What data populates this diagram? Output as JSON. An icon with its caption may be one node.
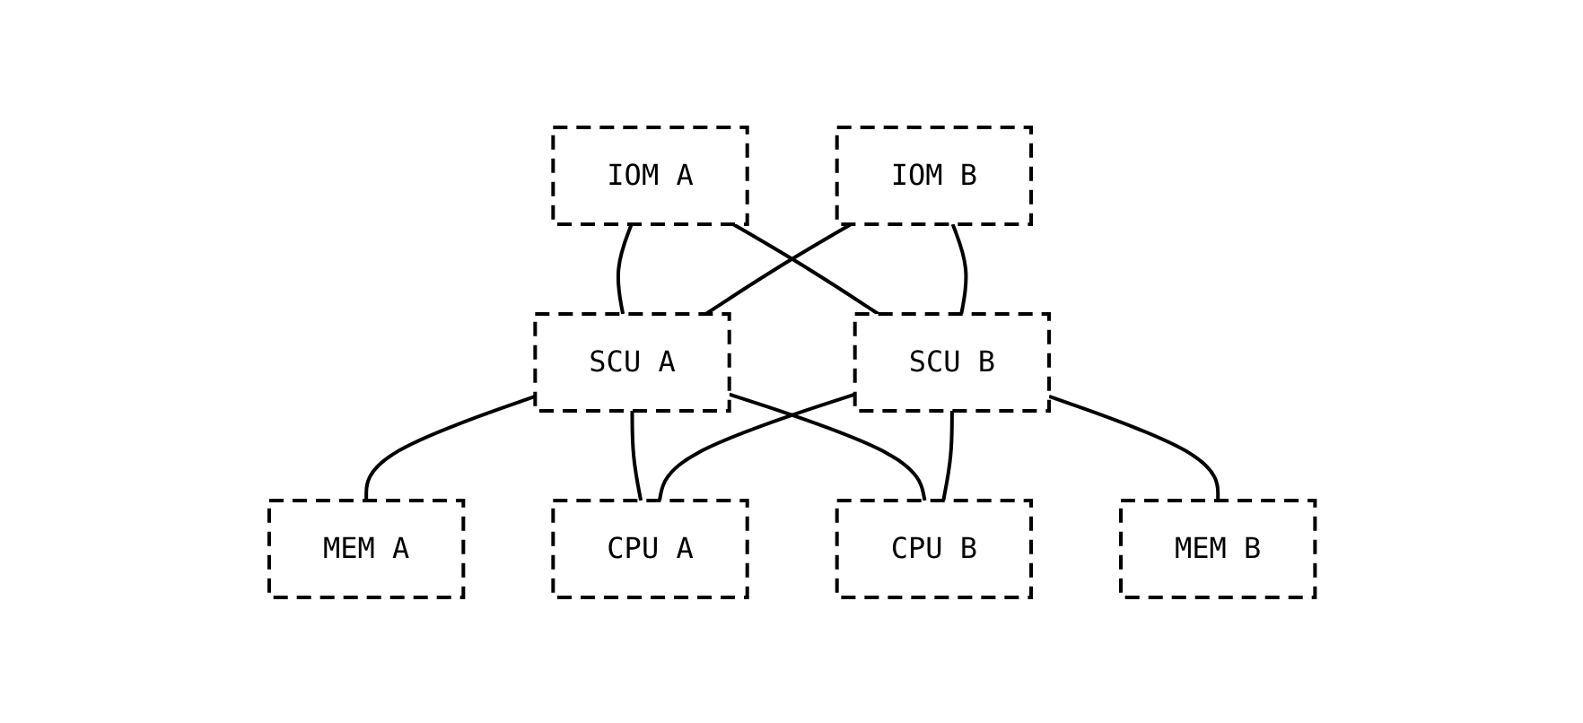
{
  "diagram": {
    "nodes": [
      {
        "text": [
          "IOM A"
        ]
      },
      {
        "text": [
          "IOM B"
        ]
      },
      {
        "text": [
          "MEM A"
        ]
      },
      {
        "text": [
          "SCU A"
        ]
      },
      {
        "text": [
          "SCU B"
        ]
      },
      {
        "text": [
          "MEM B"
        ]
      },
      {
        "text": [
          "CPU A"
        ]
      },
      {
        "text": [
          "CPU B"
        ]
      }
    ],
    "edges": [
      {
        "from": 0,
        "to": 3,
        "arrow": "none"
      },
      {
        "from": 0,
        "to": 4,
        "arrow": "none"
      },
      {
        "from": 1,
        "to": 3,
        "arrow": "none"
      },
      {
        "from": 1,
        "to": 4,
        "arrow": "none"
      },
      {
        "from": 2,
        "to": 3,
        "arrow": "none"
      },
      {
        "from": 4,
        "to": 5,
        "arrow": "none"
      },
      {
        "from": 3,
        "to": 6,
        "arrow": "none"
      },
      {
        "from": 3,
        "to": 7,
        "arrow": "none"
      },
      {
        "from": 4,
        "to": 6,
        "arrow": "none"
      },
      {
        "from": 4,
        "to": 7,
        "arrow": "none"
      }
    ]
  }
}
